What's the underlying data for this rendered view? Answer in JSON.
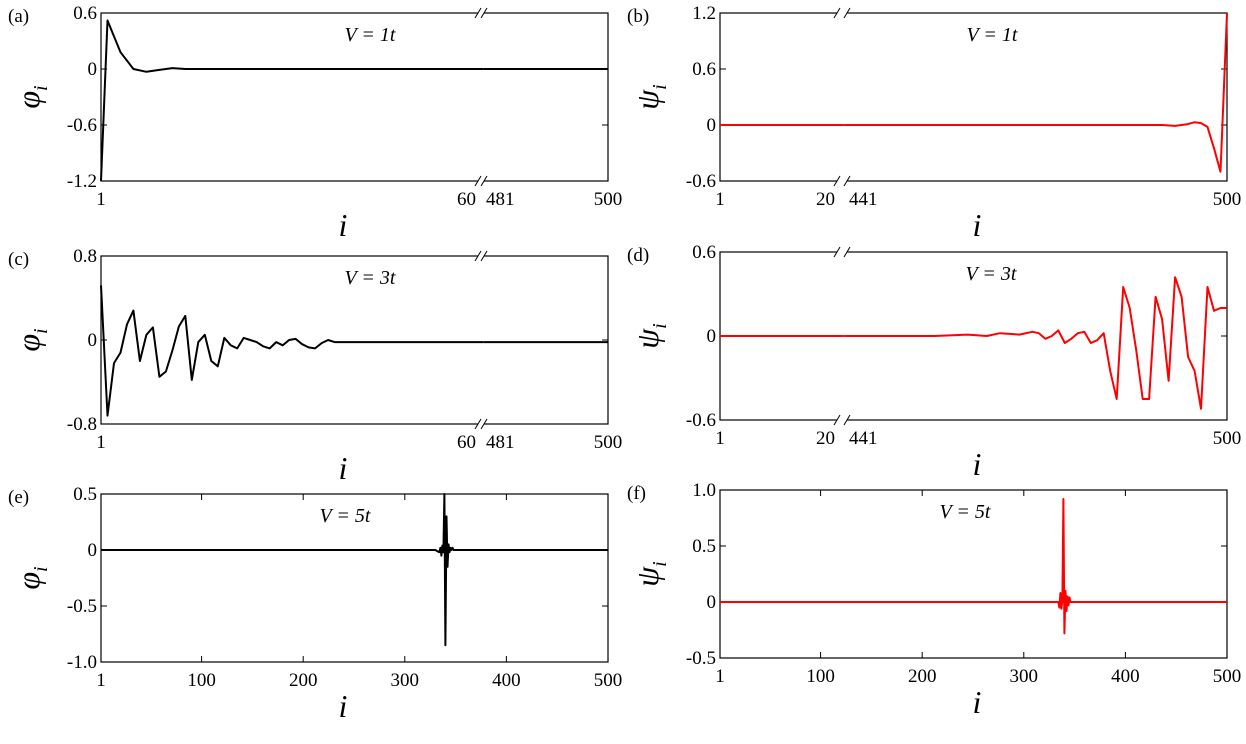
{
  "colors": {
    "phi_series": "#000000",
    "psi_series": "#ff0000",
    "axes": "#000000"
  },
  "chart_data": [
    {
      "panel": "(a)",
      "type": "line",
      "annotation": "V = 1t",
      "ylabel": "φ",
      "ylabel_sub": "i",
      "xlabel": "i",
      "ylim": [
        -1.2,
        0.6
      ],
      "yticks": [
        "0.6",
        "0",
        "-0.6",
        "-1.2"
      ],
      "ytick_values": [
        0.6,
        0,
        -0.6,
        -1.2
      ],
      "xticks": [
        "1",
        "60",
        "481",
        "500"
      ],
      "broken_axis": true,
      "segments": [
        {
          "xlim": [
            1,
            60
          ],
          "x": [
            1,
            2,
            4,
            6,
            8,
            10,
            12,
            14,
            16,
            20,
            30,
            40,
            50,
            60
          ],
          "y": [
            -1.2,
            0.52,
            0.18,
            0.0,
            -0.03,
            -0.01,
            0.01,
            0.0,
            0.0,
            0.0,
            0.0,
            0.0,
            0.0,
            0.0
          ]
        },
        {
          "xlim": [
            481,
            500
          ],
          "x": [
            481,
            490,
            500
          ],
          "y": [
            0.0,
            0.0,
            0.0
          ]
        }
      ],
      "series_color": "#000000"
    },
    {
      "panel": "(b)",
      "type": "line",
      "annotation": "V = 1t",
      "ylabel": "ψ",
      "ylabel_sub": "i",
      "xlabel": "i",
      "ylim": [
        -0.6,
        1.2
      ],
      "yticks": [
        "1.2",
        "0.6",
        "0",
        "-0.6"
      ],
      "ytick_values": [
        1.2,
        0.6,
        0,
        -0.6
      ],
      "xticks": [
        "1",
        "20",
        "441",
        "500"
      ],
      "broken_axis": true,
      "segments": [
        {
          "xlim": [
            1,
            20
          ],
          "x": [
            1,
            10,
            20
          ],
          "y": [
            0.0,
            0.0,
            0.0
          ]
        },
        {
          "xlim": [
            441,
            500
          ],
          "x": [
            441,
            460,
            480,
            490,
            492,
            494,
            495,
            496,
            497,
            498,
            499,
            500
          ],
          "y": [
            0.0,
            0.0,
            0.0,
            0.0,
            -0.01,
            0.01,
            0.03,
            0.02,
            -0.02,
            -0.25,
            -0.5,
            1.2
          ]
        }
      ],
      "series_color": "#ff0000"
    },
    {
      "panel": "(c)",
      "type": "line",
      "annotation": "V = 3t",
      "ylabel": "φ",
      "ylabel_sub": "i",
      "xlabel": "i",
      "ylim": [
        -0.8,
        0.8
      ],
      "yticks": [
        "0.8",
        "0",
        "-0.8"
      ],
      "ytick_values": [
        0.8,
        0,
        -0.8
      ],
      "xticks": [
        "1",
        "60",
        "481",
        "500"
      ],
      "broken_axis": true,
      "segments": [
        {
          "xlim": [
            1,
            60
          ],
          "x": [
            1,
            2,
            3,
            4,
            5,
            6,
            7,
            8,
            9,
            10,
            11,
            12,
            13,
            14,
            15,
            16,
            17,
            18,
            19,
            20,
            21,
            22,
            23,
            24,
            25,
            26,
            27,
            28,
            29,
            30,
            31,
            32,
            33,
            34,
            35,
            36,
            37,
            38,
            39,
            40,
            42,
            45,
            50,
            55,
            60
          ],
          "y": [
            0.52,
            -0.72,
            -0.22,
            -0.12,
            0.15,
            0.28,
            -0.2,
            0.05,
            0.12,
            -0.35,
            -0.3,
            -0.1,
            0.13,
            0.23,
            -0.38,
            -0.02,
            0.05,
            -0.2,
            -0.25,
            0.02,
            -0.05,
            -0.08,
            0.02,
            0.0,
            -0.02,
            -0.06,
            -0.08,
            -0.02,
            -0.05,
            0.0,
            0.01,
            -0.04,
            -0.07,
            -0.08,
            -0.03,
            0.0,
            -0.02,
            -0.02,
            -0.02,
            -0.02,
            -0.02,
            -0.02,
            -0.02,
            -0.02,
            -0.02
          ]
        },
        {
          "xlim": [
            481,
            500
          ],
          "x": [
            481,
            490,
            500
          ],
          "y": [
            -0.02,
            -0.02,
            -0.02
          ]
        }
      ],
      "series_color": "#000000"
    },
    {
      "panel": "(d)",
      "type": "line",
      "annotation": "V = 3t",
      "ylabel": "ψ",
      "ylabel_sub": "i",
      "xlabel": "i",
      "ylim": [
        -0.6,
        0.6
      ],
      "yticks": [
        "0.6",
        "0",
        "-0.6"
      ],
      "ytick_values": [
        0.6,
        0,
        -0.6
      ],
      "xticks": [
        "1",
        "20",
        "441",
        "500"
      ],
      "broken_axis": true,
      "segments": [
        {
          "xlim": [
            1,
            20
          ],
          "x": [
            1,
            10,
            20
          ],
          "y": [
            0.0,
            0.0,
            0.0
          ]
        },
        {
          "xlim": [
            441,
            500
          ],
          "x": [
            441,
            450,
            455,
            460,
            463,
            465,
            468,
            470,
            471,
            472,
            473,
            474,
            475,
            476,
            477,
            478,
            479,
            480,
            481,
            482,
            483,
            484,
            485,
            486,
            487,
            488,
            489,
            490,
            491,
            492,
            493,
            494,
            495,
            496,
            497,
            498,
            499,
            500
          ],
          "y": [
            0.0,
            0.0,
            0.0,
            0.01,
            0.0,
            0.02,
            0.01,
            0.03,
            0.02,
            -0.02,
            0.0,
            0.04,
            -0.05,
            -0.02,
            0.02,
            0.03,
            -0.05,
            -0.03,
            0.02,
            -0.25,
            -0.45,
            0.35,
            0.2,
            -0.1,
            -0.45,
            -0.45,
            0.28,
            0.12,
            -0.32,
            0.42,
            0.28,
            -0.15,
            -0.25,
            -0.52,
            0.35,
            0.18,
            0.2,
            0.2
          ]
        }
      ],
      "series_color": "#ff0000"
    },
    {
      "panel": "(e)",
      "type": "line",
      "annotation": "V = 5t",
      "ylabel": "φ",
      "ylabel_sub": "i",
      "xlabel": "i",
      "ylim": [
        -1.0,
        0.5
      ],
      "yticks": [
        "0.5",
        "0",
        "-0.5",
        "-1.0"
      ],
      "ytick_values": [
        0.5,
        0,
        -0.5,
        -1.0
      ],
      "xticks": [
        "1",
        "100",
        "200",
        "300",
        "400",
        "500"
      ],
      "broken_axis": false,
      "segments": [
        {
          "xlim": [
            1,
            500
          ],
          "x": [
            1,
            330,
            334,
            335,
            336,
            337,
            338,
            339,
            340,
            341,
            342,
            343,
            344,
            345,
            346,
            347,
            348,
            350,
            500
          ],
          "y": [
            0.0,
            0.0,
            -0.02,
            0.02,
            -0.05,
            0.04,
            -0.02,
            0.5,
            -0.85,
            0.3,
            -0.15,
            0.05,
            -0.02,
            0.02,
            0.0,
            0.02,
            0.0,
            0.0,
            0.0
          ]
        }
      ],
      "series_color": "#000000"
    },
    {
      "panel": "(f)",
      "type": "line",
      "annotation": "V = 5t",
      "ylabel": "ψ",
      "ylabel_sub": "i",
      "xlabel": "i",
      "ylim": [
        -0.5,
        1.0
      ],
      "yticks": [
        "1.0",
        "0.5",
        "0",
        "-0.5"
      ],
      "ytick_values": [
        1.0,
        0.5,
        0,
        -0.5
      ],
      "xticks": [
        "1",
        "100",
        "200",
        "300",
        "400",
        "500"
      ],
      "broken_axis": false,
      "segments": [
        {
          "xlim": [
            1,
            500
          ],
          "x": [
            1,
            330,
            334,
            335,
            336,
            337,
            338,
            339,
            340,
            341,
            342,
            343,
            344,
            345,
            346,
            347,
            348,
            350,
            500
          ],
          "y": [
            0.0,
            0.0,
            0.0,
            -0.05,
            0.08,
            -0.06,
            0.02,
            0.92,
            -0.28,
            0.1,
            -0.08,
            0.05,
            -0.03,
            0.04,
            0.0,
            0.0,
            0.0,
            0.0,
            0.0
          ]
        }
      ],
      "series_color": "#ff0000"
    }
  ]
}
